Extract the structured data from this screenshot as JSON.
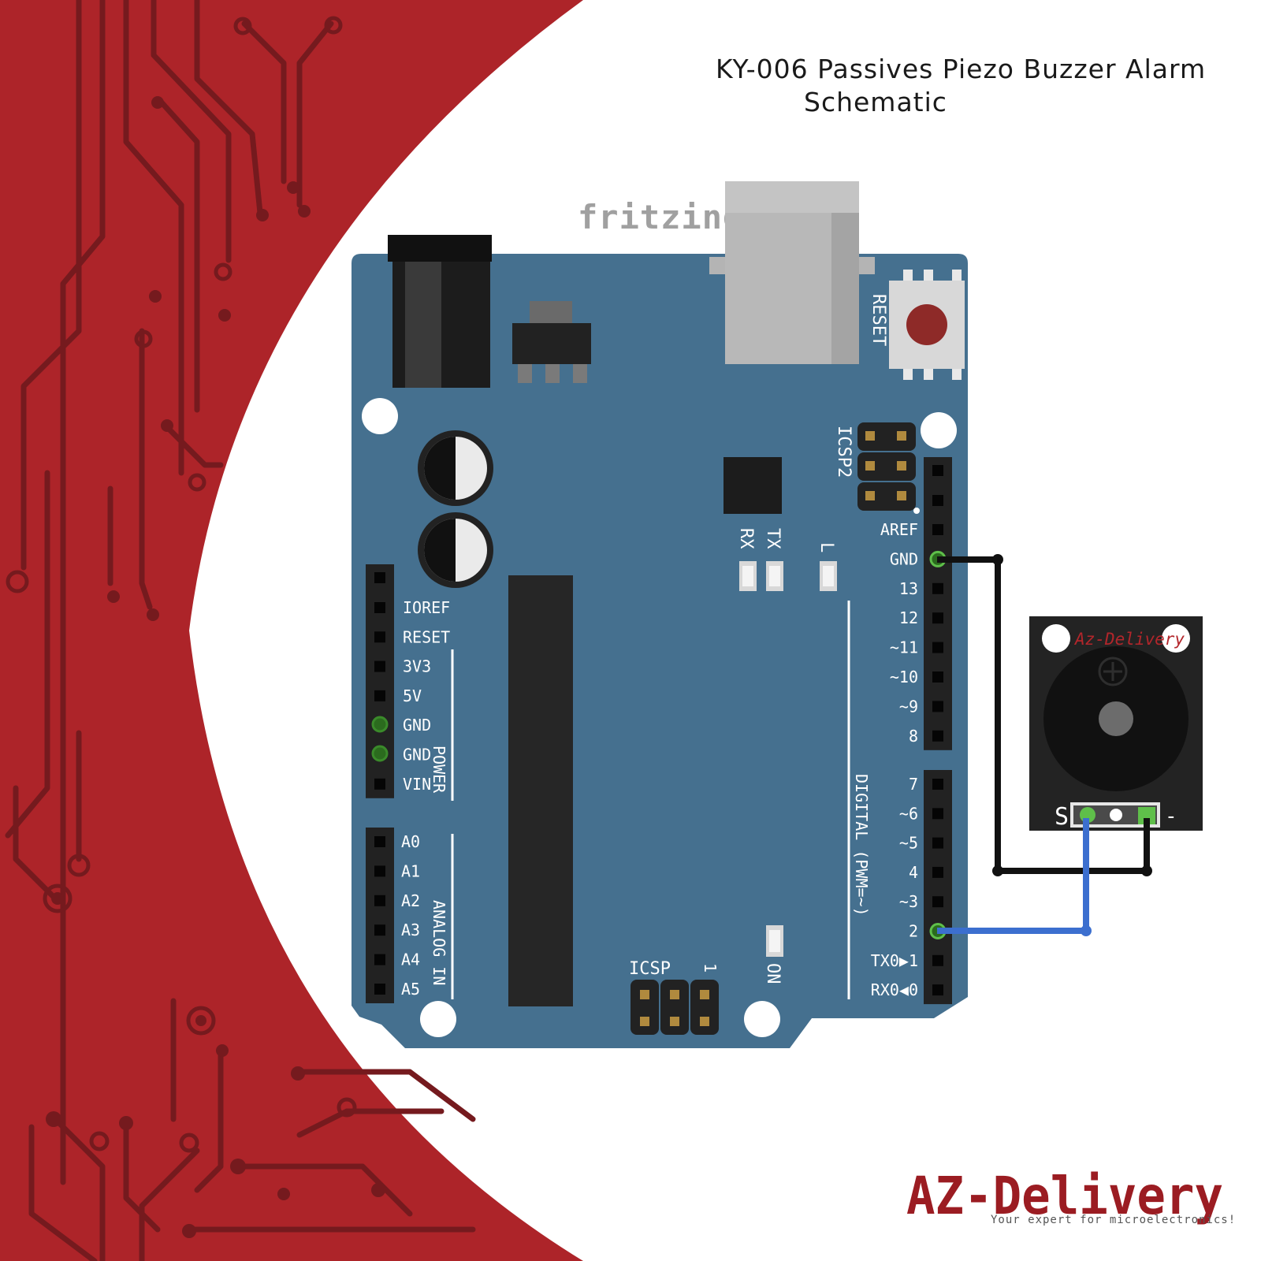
{
  "title": {
    "line1": "KY-006 Passives Piezo Buzzer Alarm",
    "line2": "Schematic"
  },
  "watermark": "fritzing",
  "board": {
    "reset_label": "RESET",
    "icsp2_label": "ICSP2",
    "icsp_label": "ICSP",
    "icsp_pin1": "1",
    "on_label": "ON",
    "rx_label": "RX",
    "tx_label": "TX",
    "l_label": "L",
    "power_label": "POWER",
    "analog_label": "ANALOG IN",
    "digital_label": "DIGITAL (PWM=~)",
    "power_pins": [
      "IOREF",
      "RESET",
      "3V3",
      "5V",
      "GND",
      "GND",
      "VIN"
    ],
    "analog_pins": [
      "A0",
      "A1",
      "A2",
      "A3",
      "A4",
      "A5"
    ],
    "digital_upper": [
      "AREF",
      "GND",
      "13",
      "12",
      "~11",
      "~10",
      "~9",
      "8"
    ],
    "digital_lower": [
      "7",
      "~6",
      "~5",
      "4",
      "~3",
      "2",
      "TX0▶1",
      "RX0◀0"
    ]
  },
  "module": {
    "brand": "Az-Delivery",
    "pin_s": "S",
    "pin_minus": "-"
  },
  "logo": {
    "brand": "AZ-Delivery",
    "tagline": "Your expert for microelectronics!"
  },
  "colors": {
    "background_red": "#ad2429",
    "circuit_dark": "#751a1e",
    "board_blue": "#45708f",
    "wire_black": "#111111",
    "wire_blue": "#3c6fcf",
    "logo_red": "#9b1c22"
  }
}
